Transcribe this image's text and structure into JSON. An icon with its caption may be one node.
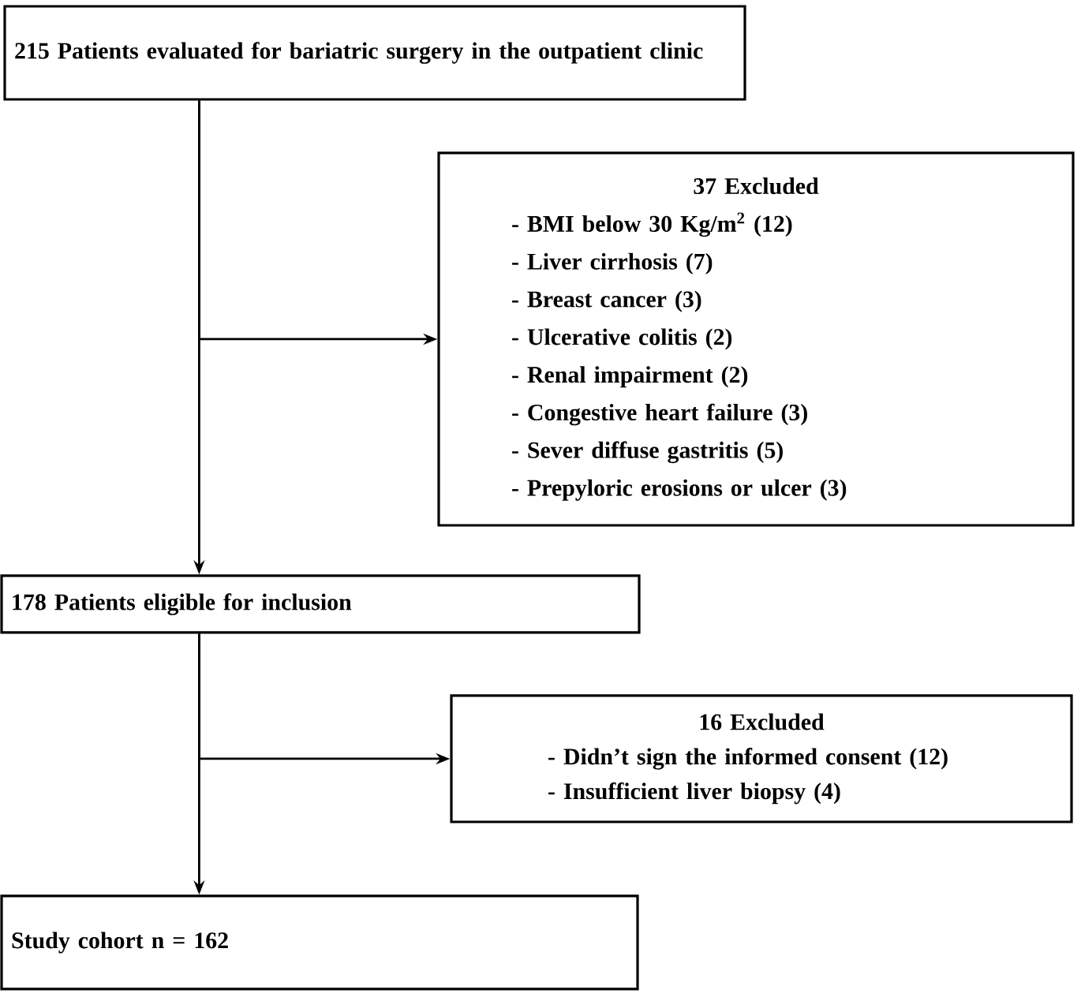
{
  "diagram": {
    "nodes": [
      {
        "text": [
          "215 Patients evaluated for bariatric surgery in the outpatient clinic"
        ]
      },
      {
        "text": [
          "37 Excluded",
          "- BMI below 30 Kg/m$^{2}$ (12)",
          "- Liver cirrhosis (7)",
          "- Breast cancer (3)",
          "- Ulcerative colitis (2)",
          "- Renal impairment (2)",
          "- Congestive heart failure (3)",
          "- Sever diffuse gastritis (5)",
          "- Prepyloric erosions or ulcer (3)"
        ]
      },
      {
        "text": [
          "178 Patients eligible for inclusion"
        ]
      },
      {
        "text": [
          "16 Excluded",
          "- Didn’t sign the informed consent (12)",
          "- Insufficient liver biopsy (4)"
        ]
      },
      {
        "text": [
          "Study cohort n = 162"
        ]
      }
    ],
    "edges": [
      {
        "from": 0,
        "to": 2,
        "arrow": "to"
      },
      {
        "from": 0,
        "to": 1,
        "arrow": "to"
      },
      {
        "from": 2,
        "to": 4,
        "arrow": "to"
      },
      {
        "from": 2,
        "to": 3,
        "arrow": "to"
      }
    ]
  }
}
